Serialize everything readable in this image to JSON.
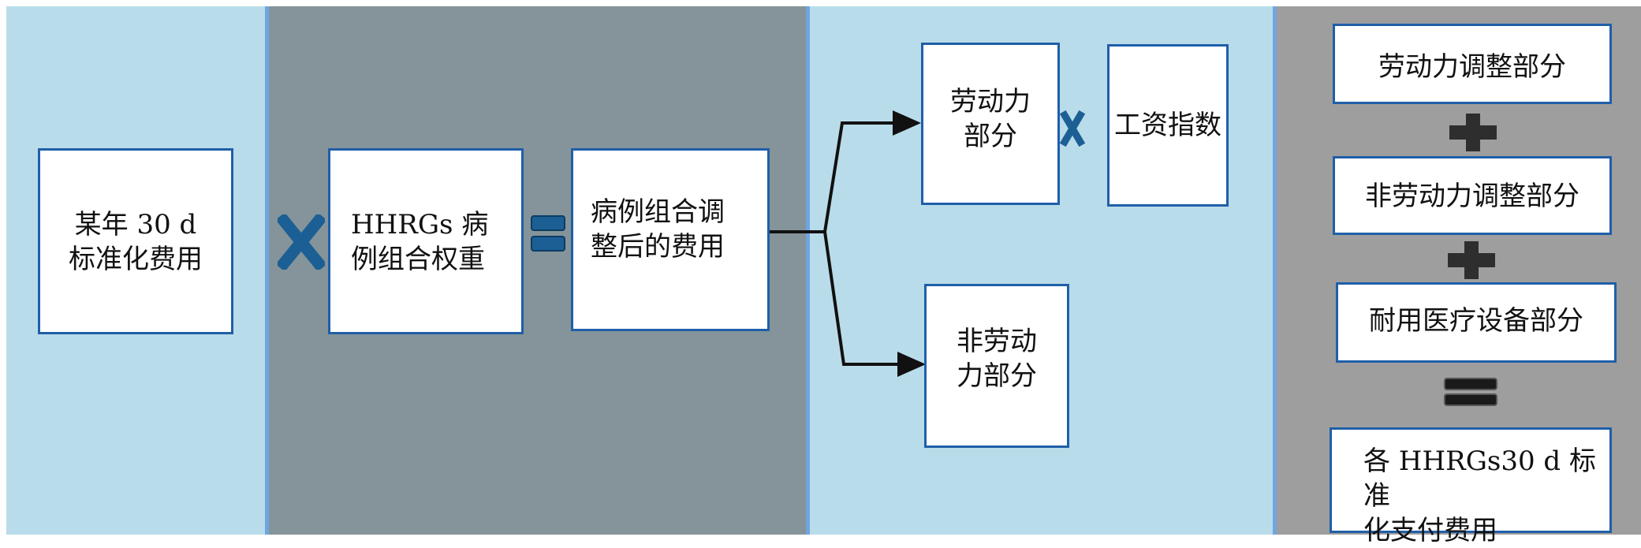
{
  "boxes": {
    "standardized_cost": {
      "line1": "某年 30 d",
      "line2": "标准化费用"
    },
    "case_mix_weight": {
      "line1": "HHRGs 病",
      "line2": "例组合权重"
    },
    "adjusted_cost": {
      "line1": "病例组合调",
      "line2": "整后的费用"
    },
    "labor_part": {
      "line1": "劳动力",
      "line2": "部分"
    },
    "wage_index": {
      "text": "工资指数"
    },
    "non_labor_part": {
      "line1": "非劳动",
      "line2": "力部分"
    },
    "labor_adjusted": {
      "text": "劳动力调整部分"
    },
    "non_labor_adjusted": {
      "text": "非劳动力调整部分"
    },
    "durable_equipment": {
      "text": "耐用医疗设备部分"
    },
    "payment": {
      "line1": "各 HHRGs30 d 标准",
      "line2": "化支付费用"
    }
  },
  "colors": {
    "light_blue_panel": "#b9dcea",
    "gray_blue_panel": "#84949a",
    "gray_panel": "#9e9e9e",
    "box_border": "#1f5fa8",
    "operator_blue": "#1b5f95",
    "operator_dark": "#2e2e2e"
  },
  "icons": [
    "multiply-icon",
    "equals-icon",
    "plus-icon"
  ]
}
